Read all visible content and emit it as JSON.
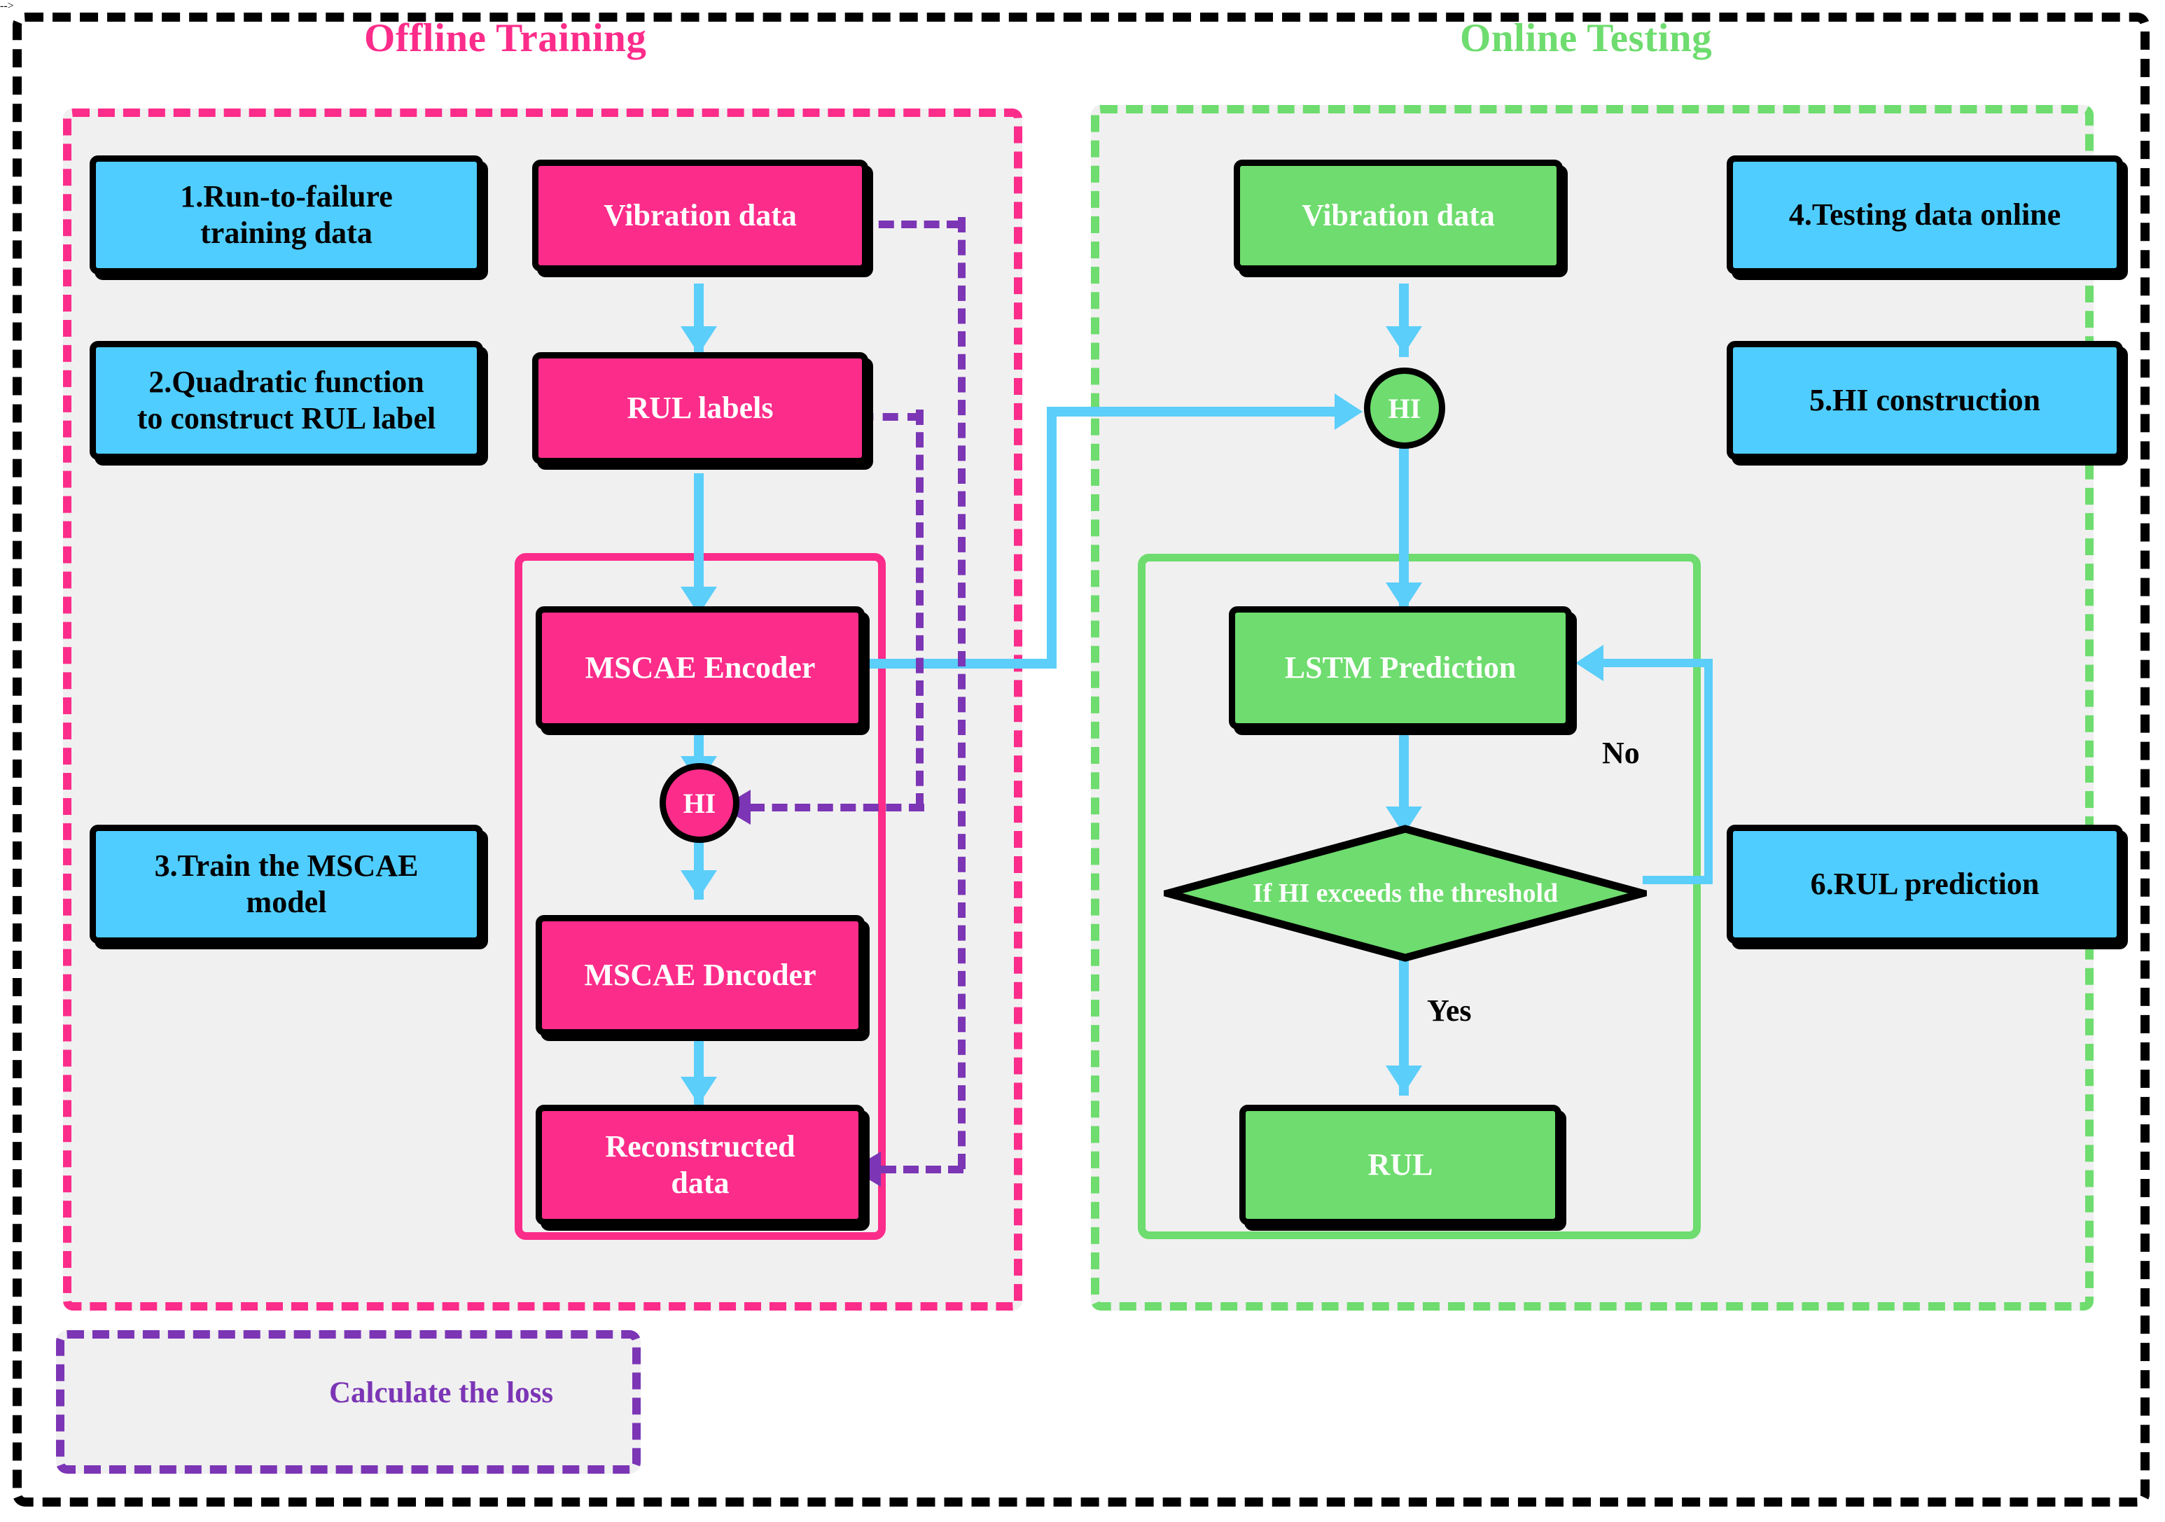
{
  "sections": {
    "offline": {
      "title": "Offline Training"
    },
    "online": {
      "title": "Online Testing"
    }
  },
  "offline_steps": [
    {
      "id": "step1",
      "label": "1.Run-to-failure\ntraining data"
    },
    {
      "id": "step2",
      "label": "2.Quadratic function\nto construct RUL label"
    },
    {
      "id": "step3",
      "label": "3.Train the MSCAE\nmodel"
    }
  ],
  "online_steps": [
    {
      "id": "step4",
      "label": "4.Testing data online"
    },
    {
      "id": "step5",
      "label": "5.HI construction"
    },
    {
      "id": "step6",
      "label": "6.RUL prediction"
    }
  ],
  "offline_flow": [
    {
      "id": "vibration_data_train",
      "label": "Vibration data"
    },
    {
      "id": "rul_labels",
      "label": "RUL labels"
    },
    {
      "id": "mscae_encoder",
      "label": "MSCAE Encoder"
    },
    {
      "id": "hi_train",
      "label": "HI"
    },
    {
      "id": "mscae_decoder",
      "label": "MSCAE Dncoder"
    },
    {
      "id": "reconstructed_data",
      "label": "Reconstructed\ndata"
    }
  ],
  "online_flow": [
    {
      "id": "vibration_data_test",
      "label": "Vibration data"
    },
    {
      "id": "hi_test",
      "label": "HI"
    },
    {
      "id": "lstm_prediction",
      "label": "LSTM Prediction"
    },
    {
      "id": "decision",
      "label": "If HI exceeds the threshold"
    },
    {
      "id": "rul_output",
      "label": "RUL"
    }
  ],
  "edge_labels": {
    "no": "No",
    "yes": "Yes"
  },
  "legend": {
    "label": "Calculate the loss"
  },
  "colors": {
    "pink": "#FC2C8A",
    "green": "#6EDC6E",
    "blue": "#4FCDFE",
    "cyan_arrow": "#5BCEFA",
    "purple": "#7B35B5",
    "panel_fill": "#F0F0F0",
    "outline": "#000000"
  }
}
